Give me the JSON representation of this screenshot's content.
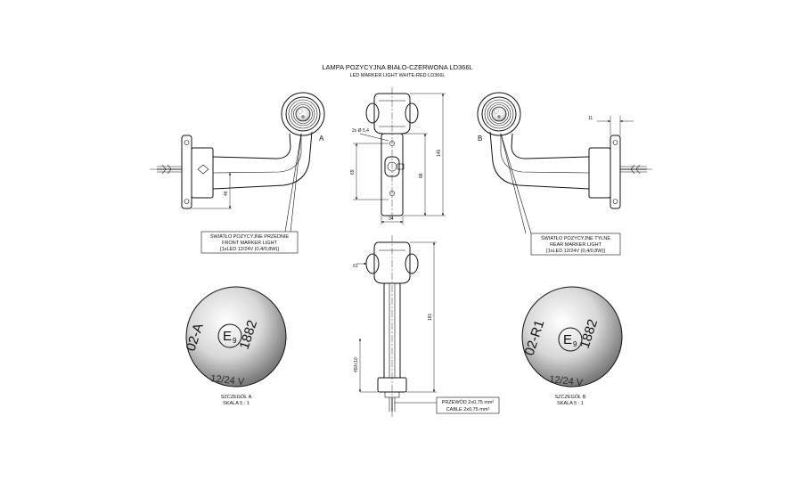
{
  "title": {
    "line1": "LAMPA POZYCYJNA BIAŁO-CZERWONA LD366L",
    "line2": "LED MARKER LIGHT WHITE-RED LD366L"
  },
  "views": {
    "front_letter": "A",
    "rear_letter": "B"
  },
  "front_label": {
    "line1": "ŚWIATŁO POZYCYJNE PRZEDNIE",
    "line2": "FRONT MARKER LIGHT",
    "line3": "[1xLED 12/24V (0,4/0,8W)]"
  },
  "rear_label": {
    "line1": "ŚWIATŁO POZYCYJNE TYLNE",
    "line2": "REAR MARKER LIGHT",
    "line3": "[1xLED 12/24V (0,4/0,8W)]"
  },
  "cable_label": {
    "line1": "PRZEWÓD 2x0,75 mm²",
    "line2": "CABLE 2x0,75 mm²"
  },
  "dimensions": {
    "d46": "46",
    "d11": "11",
    "d145": "145",
    "d88": "88",
    "d69": "69",
    "d34": "34",
    "d61": "61",
    "d181": "181",
    "d450": "450±10",
    "dhole": "2x Ø 5,4"
  },
  "detail_a": {
    "code": "02-A",
    "mark": "E",
    "mark_sub": "9",
    "number": "1882",
    "voltage": "12/24 V",
    "caption": "SZCZEGÓŁ A",
    "scale": "SKALA 5 : 1"
  },
  "detail_b": {
    "code": "02-R1",
    "mark": "E",
    "mark_sub": "9",
    "number": "1882",
    "voltage": "12/24 V",
    "caption": "SZCZEGÓŁ B",
    "scale": "SKALA 5 : 1"
  }
}
